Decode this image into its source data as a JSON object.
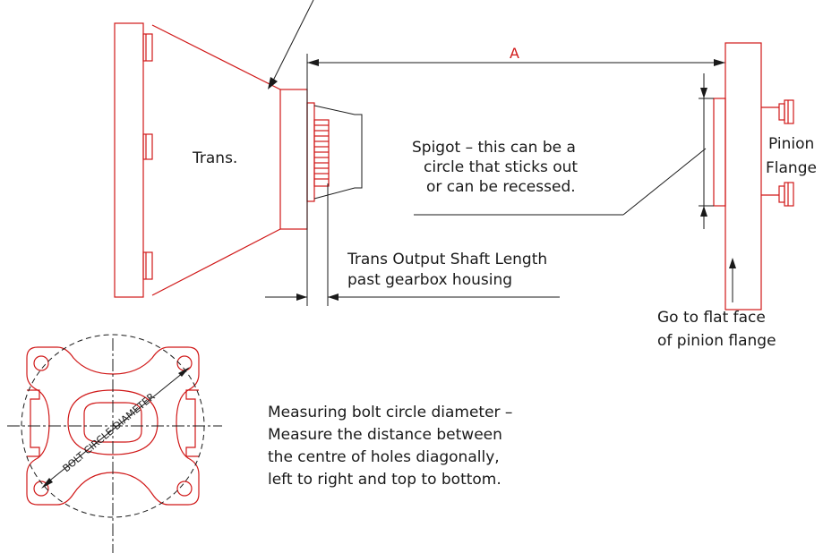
{
  "labels": {
    "trans": "Trans.",
    "dimension_a": "A",
    "spigot": [
      "Spigot – this can be a",
      "circle that sticks out",
      "or can be recessed."
    ],
    "pinion_flange": [
      "Pinion",
      "Flange"
    ],
    "output_shaft": [
      "Trans Output Shaft Length",
      "past gearbox housing"
    ],
    "flat_face": [
      "Go to flat face",
      "of pinion flange"
    ],
    "bolt_circle_diameter": "BOLT CIRCLE DIAMETER",
    "measuring": [
      "Measuring bolt circle diameter –",
      "Measure the distance between",
      "the centre of holes diagonally,",
      "left to right and top to bottom."
    ]
  },
  "colors": {
    "part_outline": "#d01818",
    "dimension_lines": "#1a1a1a",
    "background": "#ffffff"
  }
}
